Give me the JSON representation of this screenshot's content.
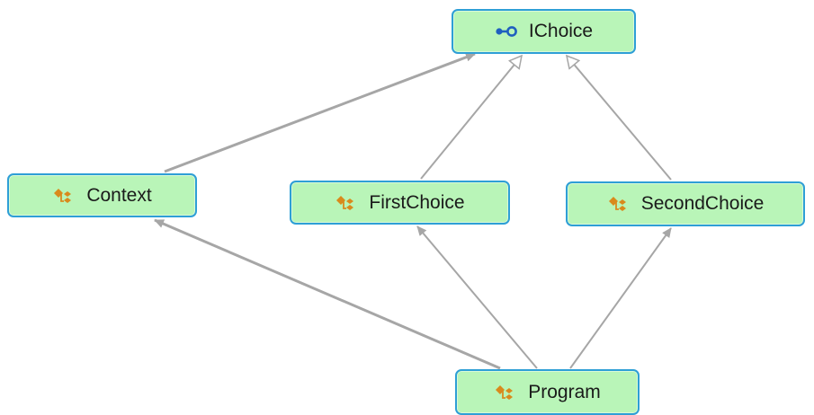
{
  "diagram": {
    "nodes": [
      {
        "id": "ichoice",
        "label": "IChoice",
        "kind": "interface"
      },
      {
        "id": "context",
        "label": "Context",
        "kind": "class"
      },
      {
        "id": "first",
        "label": "FirstChoice",
        "kind": "class"
      },
      {
        "id": "second",
        "label": "SecondChoice",
        "kind": "class"
      },
      {
        "id": "program",
        "label": "Program",
        "kind": "class"
      }
    ],
    "edges": [
      {
        "from": "context",
        "to": "ichoice",
        "type": "association"
      },
      {
        "from": "first",
        "to": "ichoice",
        "type": "inheritance"
      },
      {
        "from": "second",
        "to": "ichoice",
        "type": "inheritance"
      },
      {
        "from": "program",
        "to": "context",
        "type": "association"
      },
      {
        "from": "program",
        "to": "first",
        "type": "association"
      },
      {
        "from": "program",
        "to": "second",
        "type": "association"
      }
    ],
    "colors": {
      "node_fill": "#b9f5b8",
      "node_border": "#2e9fd6",
      "edge": "#a6a6a6",
      "class_icon": "#d98a1c",
      "interface_icon": "#1f5fbf"
    }
  }
}
